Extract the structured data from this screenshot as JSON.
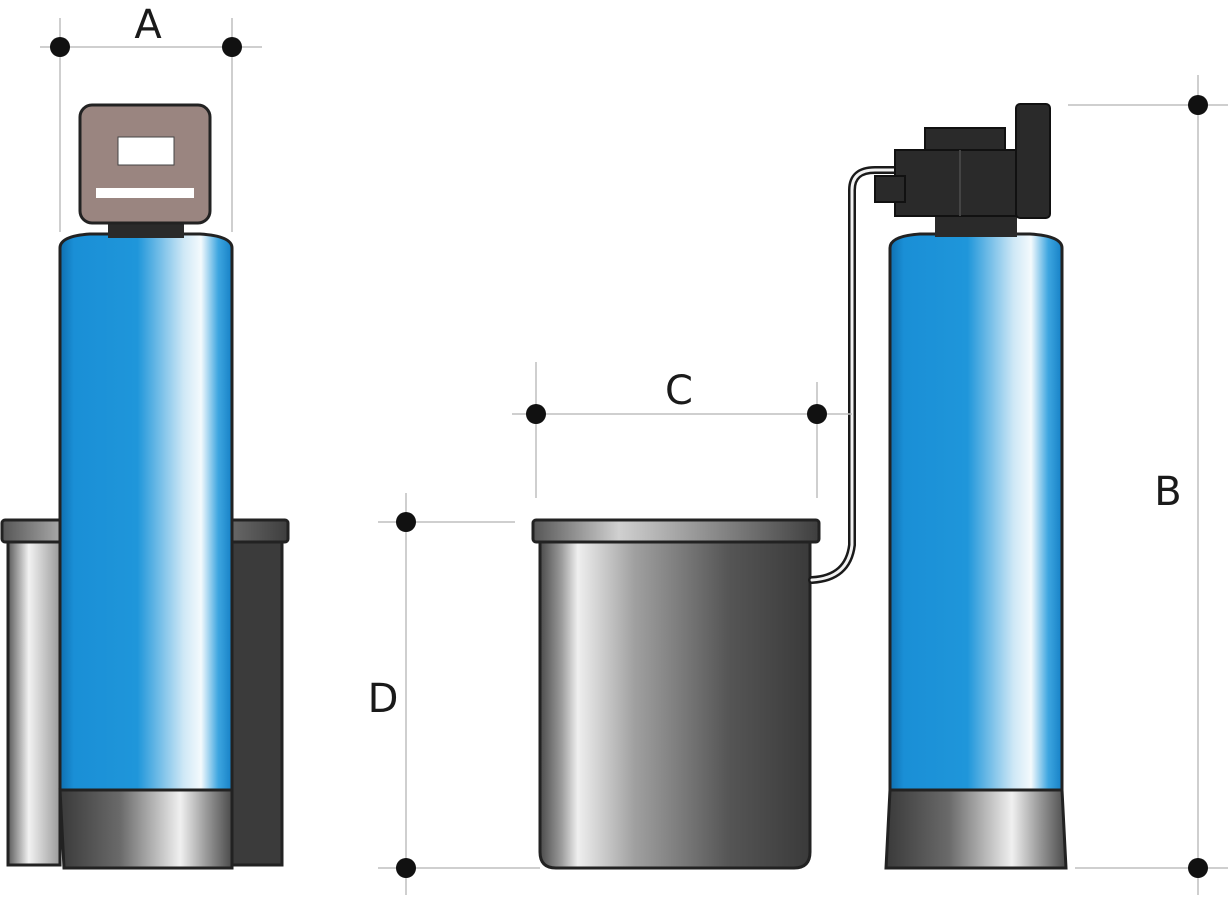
{
  "dimensions": {
    "a": "A",
    "b": "B",
    "c": "C",
    "d": "D"
  },
  "colors": {
    "tank_blue": "#1a8fd6",
    "tank_highlight": "#e8f4fb",
    "brine_dark": "#3c3c3c",
    "brine_light": "#d8d8d8",
    "control_head_brown": "#9a8580",
    "valve_black": "#222222",
    "dimension_line": "#bfbfbf",
    "dimension_dot": "#111111"
  }
}
